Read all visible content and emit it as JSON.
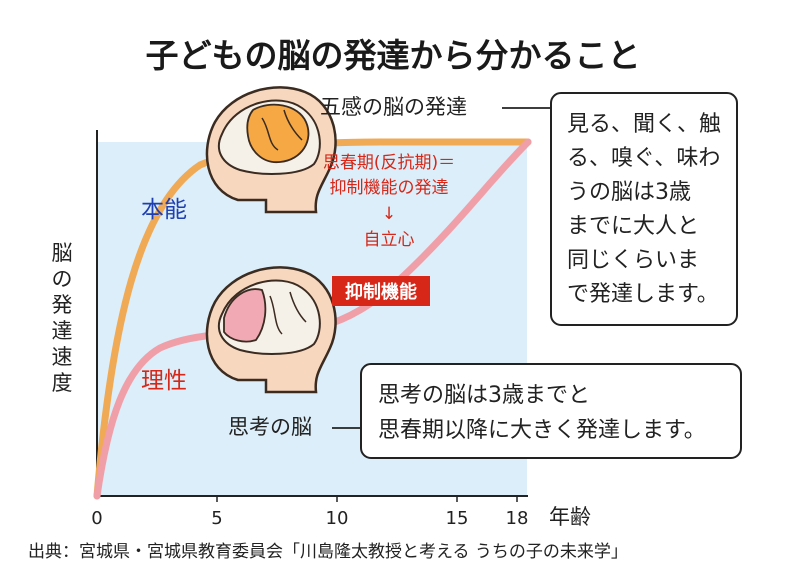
{
  "title": "子どもの脳の発達から分かること",
  "colors": {
    "plot_bg": "#dbeef9",
    "instinct_curve": "#f0a955",
    "reason_curve": "#f09fa8",
    "instinct_text": "#1f3fb0",
    "reason_text": "#d62718",
    "brain_orange": "#f5a843",
    "brain_pink": "#f1a9b4"
  },
  "icons": {
    "brain_head_top": "head-brain-orange-icon",
    "brain_head_bottom": "head-brain-pink-icon"
  },
  "labels": {
    "five_senses": "五感の脳の発達",
    "thinking_brain": "思考の脳",
    "instinct": "本能",
    "reason": "理性",
    "inhibition_badge": "抑制機能",
    "puberty_line1": "思春期(反抗期)＝",
    "puberty_line2": "抑制機能の発達",
    "arrow": "↓",
    "independence": "自立心"
  },
  "callouts": {
    "senses_box": [
      "見る、聞く、触",
      "る、嗅ぐ、味わ",
      "うの脳は3歳",
      "までに大人と",
      "同じくらいま",
      "で発達します。"
    ],
    "thinking_box": [
      "思考の脳は3歳までと",
      "思春期以降に大きく発達します。"
    ]
  },
  "axes": {
    "y_label_chars": [
      "脳",
      "の",
      "発",
      "達",
      "速",
      "度"
    ],
    "x_label": "年齢",
    "x_ticks": [
      "0",
      "5",
      "10",
      "15",
      "18"
    ]
  },
  "source": "出典：宮城県・宮城県教育委員会「川島隆太教授と考える うちの子の未来学」"
}
